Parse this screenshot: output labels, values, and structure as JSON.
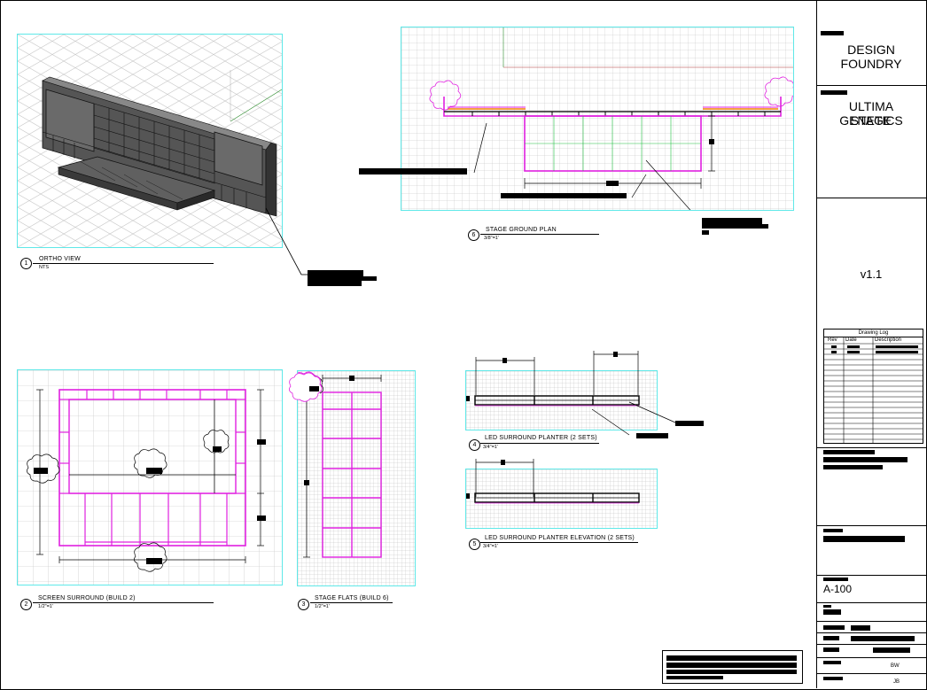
{
  "title_block": {
    "company": "DESIGN FOUNDRY",
    "company_line1": "DESIGN",
    "company_line2": "FOUNDRY",
    "project_line1": "ULTIMA GENETICS",
    "project_line2": "STAGE",
    "version": "v1.1",
    "drawing_log": {
      "title": "Drawing Log",
      "columns": [
        "Rev",
        "Date",
        "Description"
      ]
    },
    "sheet_number": "A-100",
    "drawn_by": "BW",
    "checked_by": "JB"
  },
  "views": [
    {
      "num": "1",
      "title": "ORTHO VIEW",
      "scale": "NTS"
    },
    {
      "num": "6",
      "title": "STAGE GROUND PLAN",
      "scale": "3/8\"=1'"
    },
    {
      "num": "2",
      "title": "SCREEN SURROUND (BUILD 2)",
      "scale": "1/2\"=1'"
    },
    {
      "num": "3",
      "title": "STAGE FLATS (BUILD 6)",
      "scale": "1/2\"=1'"
    },
    {
      "num": "4",
      "title": "LED SURROUND PLANTER (2 SETS)",
      "scale": "3/4\"=1'"
    },
    {
      "num": "5",
      "title": "LED SURROUND PLANTER ELEVATION (2 SETS)",
      "scale": "3/4\"=1'"
    }
  ],
  "colors": {
    "viewport": "#5fe8e8",
    "magenta": "#e020e0",
    "grid": "#b8b8b8",
    "panel": "#666666"
  }
}
